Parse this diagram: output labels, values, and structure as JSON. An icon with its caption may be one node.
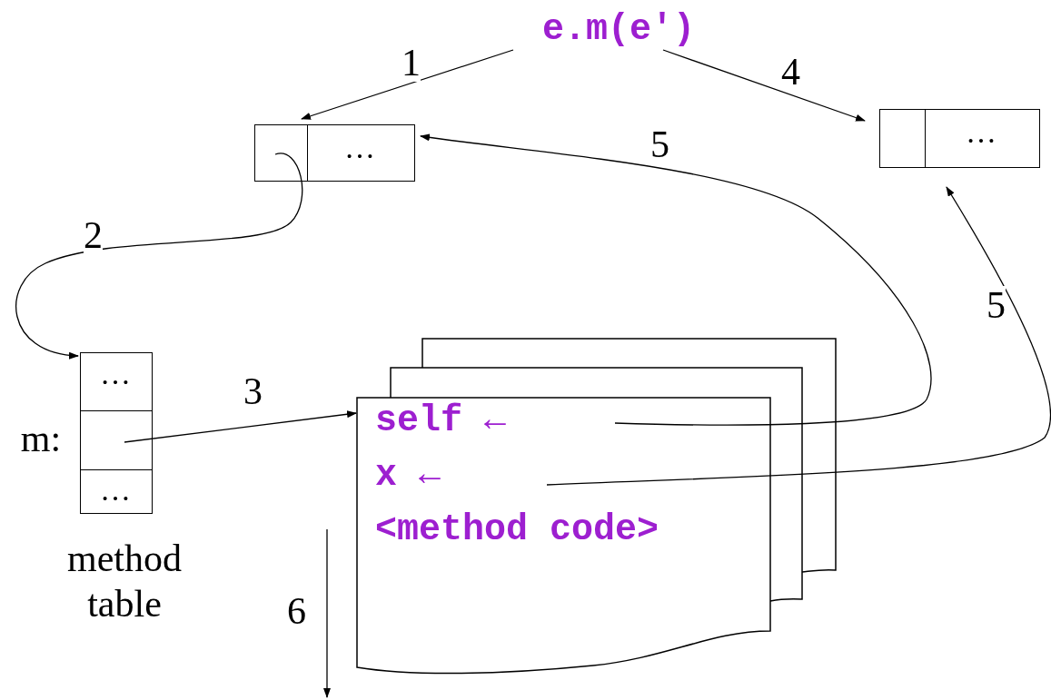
{
  "diagram": {
    "nodes": [
      {
        "text": [
          "e.m(e′)"
        ]
      },
      {
        "text": [
          "…"
        ]
      },
      {
        "text": [
          "…"
        ]
      },
      {
        "text": [
          "…",
          "…"
        ],
        "beside": [
          "m:",
          "method table"
        ]
      },
      {
        "text": [
          "self ←",
          "x ←",
          "<method code>"
        ]
      }
    ],
    "edges": [
      {
        "from": 0,
        "to": 1,
        "arrow": "to",
        "label": "1"
      },
      {
        "from": 0,
        "to": 2,
        "arrow": "to",
        "label": "4"
      },
      {
        "from": 1,
        "to": 3,
        "arrow": "to",
        "label": "2"
      },
      {
        "from": 3,
        "to": 4,
        "arrow": "to",
        "label": "3"
      },
      {
        "from": 4,
        "to": 1,
        "arrow": "to",
        "label": "5"
      },
      {
        "from": 4,
        "to": 2,
        "arrow": "to",
        "label": "5"
      }
    ],
    "labels": [
      "6"
    ]
  }
}
